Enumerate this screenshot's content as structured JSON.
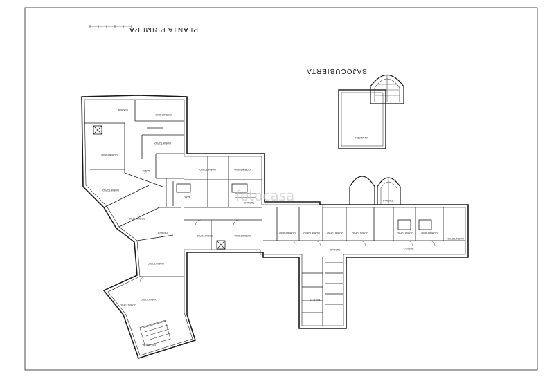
{
  "titles": {
    "planta_primera": "PLANTA PRIMERA",
    "bajocubierta": "BAJOCUBIERTA"
  },
  "watermark": "fotocasa",
  "rooms": {
    "dormitorio": "DORMITORIO",
    "pasillo": "PASILLO",
    "bano": "BAÑO",
    "escalera": "ESCALERA",
    "cocina": "COCINA",
    "salon": "SALON",
    "almacen": "ALMACEN"
  },
  "colors": {
    "line": "#1a1a1a",
    "background": "#ffffff",
    "watermark": "#c9c9c9"
  }
}
